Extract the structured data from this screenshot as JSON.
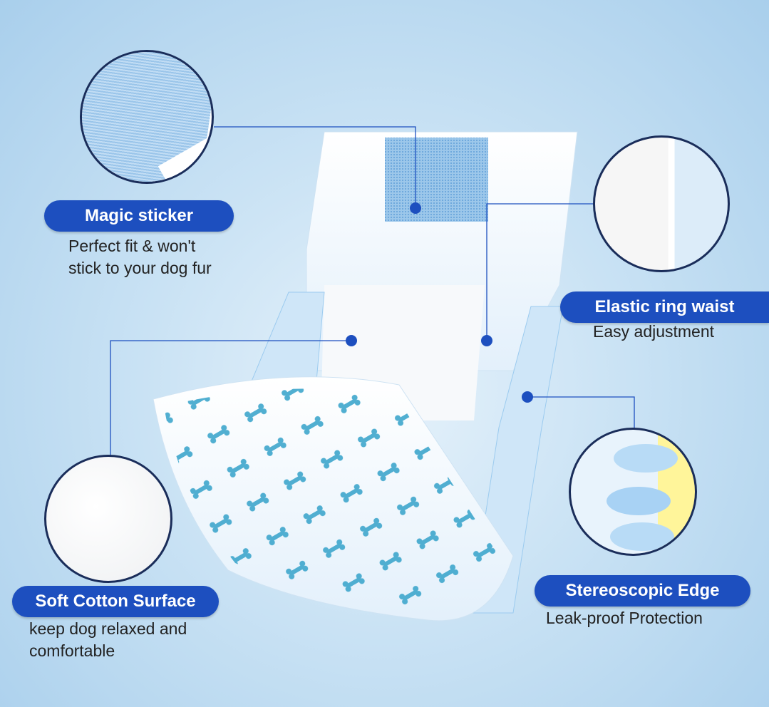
{
  "features": [
    {
      "title": "Magic sticker",
      "description": [
        "Perfect fit & won't",
        "stick to your dog fur"
      ]
    },
    {
      "title": "Elastic ring waist",
      "description": [
        "Easy adjustment"
      ]
    },
    {
      "title": "Soft Cotton Surface",
      "description": [
        "keep dog relaxed and",
        "comfortable"
      ]
    },
    {
      "title": "Stereoscopic Edge",
      "description": [
        "Leak-proof Protection"
      ]
    }
  ],
  "colors": {
    "badge": "#1d4fbf",
    "line": "#1d4fbf"
  }
}
